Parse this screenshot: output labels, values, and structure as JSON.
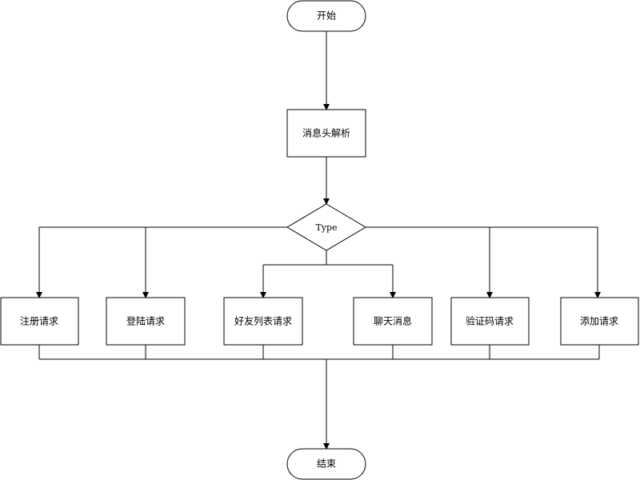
{
  "diagram": {
    "start": "开始",
    "header_parse": "消息头解析",
    "decision": "Type",
    "requests": [
      "注册请求",
      "登陆请求",
      "好友列表请求",
      "聊天消息",
      "验证码请求",
      "添加请求"
    ],
    "end": "结束"
  }
}
